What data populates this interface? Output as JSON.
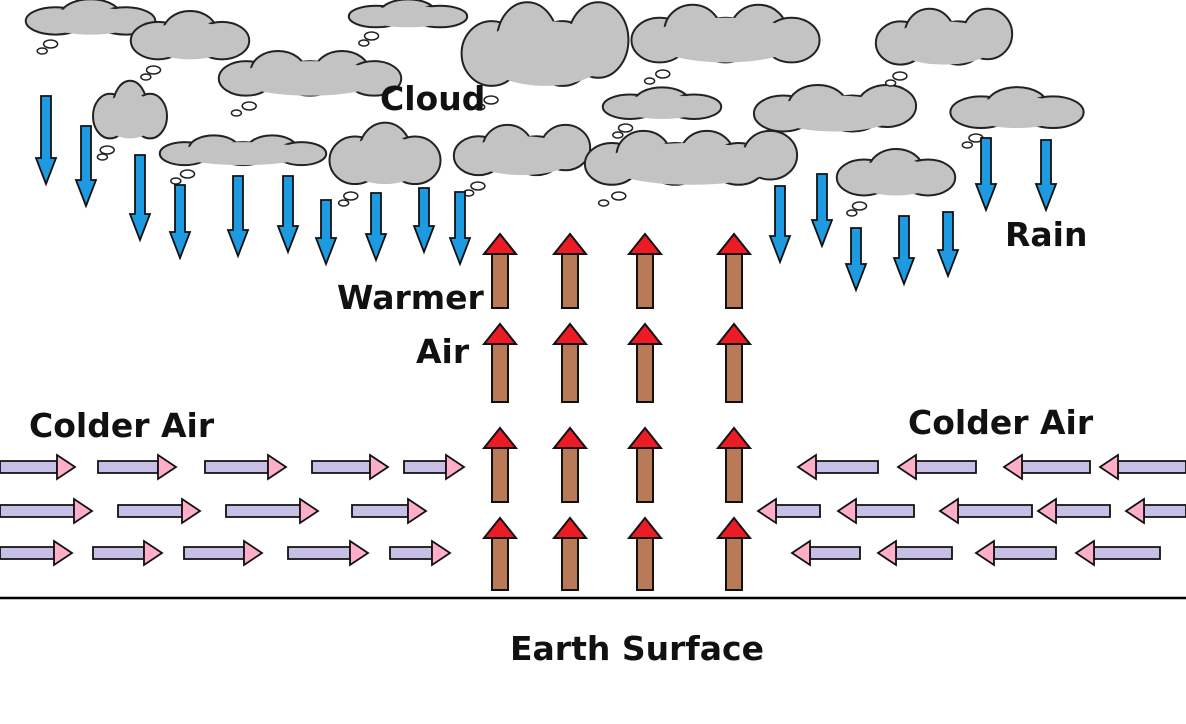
{
  "labels": {
    "cloud": "Cloud",
    "rain": "Rain",
    "warmer_line1": "Warmer",
    "warmer_line2": "Air",
    "colder_left": "Colder Air",
    "colder_right": "Colder Air",
    "surface": "Earth Surface"
  },
  "colors": {
    "cloud_fill": "#c3c3c3",
    "rain_arrow": "#1e9be0",
    "warm_arrow_body": "#b97a57",
    "warm_arrow_head": "#ed1c24",
    "cold_arrow_body": "#c8bfe7",
    "cold_arrow_head": "#ffaec9",
    "surface_line": "#000000"
  },
  "icons": {
    "cloud": "cloud-icon",
    "rain": "rain-arrow-down-icon",
    "warm_air": "warm-air-arrow-up-icon",
    "cold_air": "cold-air-arrow-horizontal-icon"
  }
}
